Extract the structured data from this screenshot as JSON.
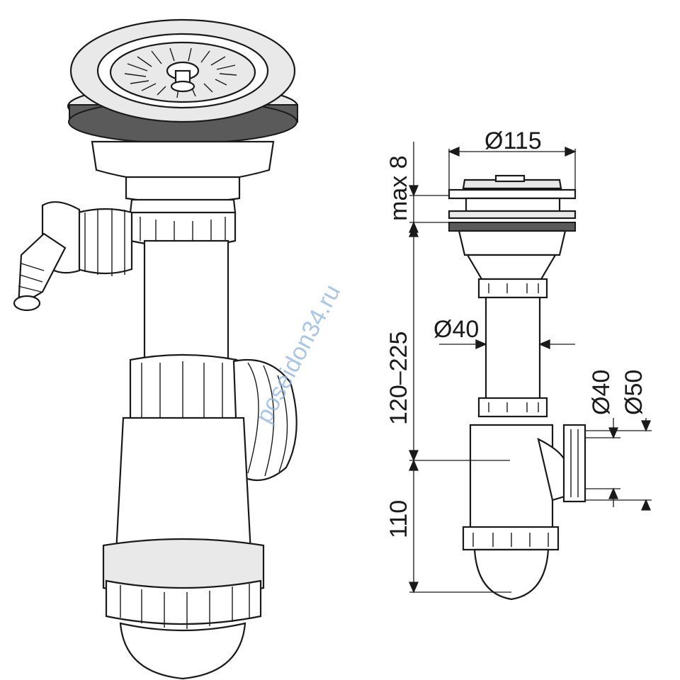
{
  "dimensions": {
    "diameter_top": "Ø115",
    "max_height": "max 8",
    "diameter_pipe": "Ø40",
    "adjust_range": "120–225",
    "diameter_outlet_inner": "Ø40",
    "diameter_outlet_outer": "Ø50",
    "trap_height": "110"
  },
  "watermark": "poseidon34.ru",
  "colors": {
    "line": "#1a1a1a",
    "watermark": "#8fb3dc",
    "gasket": "#5a5a5a"
  }
}
